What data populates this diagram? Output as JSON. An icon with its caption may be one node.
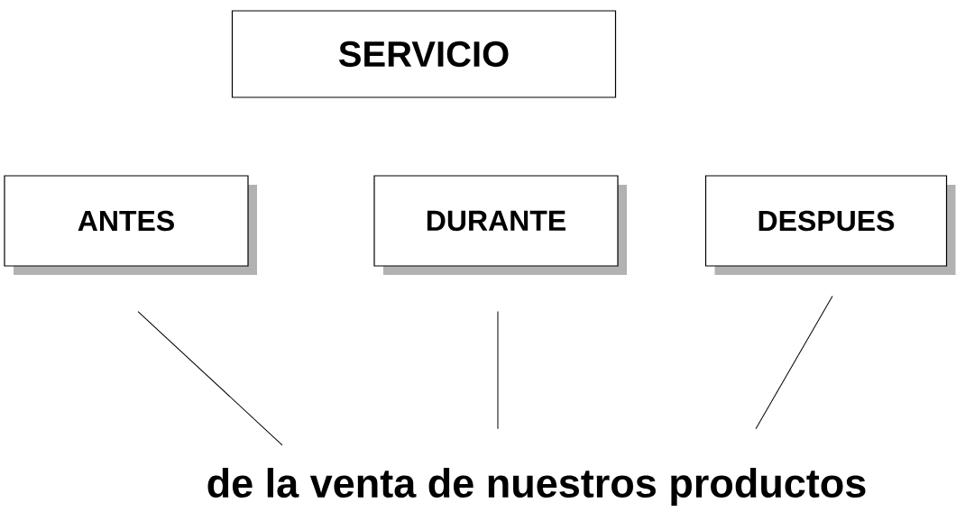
{
  "diagram": {
    "nodes": [
      {
        "text": [
          "SERVICIO"
        ]
      },
      {
        "text": [
          "ANTES"
        ]
      },
      {
        "text": [
          "DURANTE"
        ]
      },
      {
        "text": [
          "DESPUES"
        ]
      },
      {
        "text": [
          "de la venta de nuestros productos"
        ]
      }
    ],
    "edges": [
      {
        "from": 1,
        "to": 4,
        "arrow": "none"
      },
      {
        "from": 2,
        "to": 4,
        "arrow": "none"
      },
      {
        "from": 3,
        "to": 4,
        "arrow": "none"
      }
    ]
  }
}
